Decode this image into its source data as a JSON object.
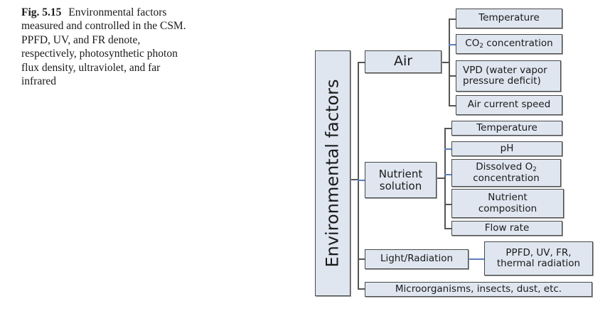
{
  "caption": {
    "label": "Fig. 5.15",
    "text": "Environmental factors measured and controlled in the CSM. PPFD, UV, and FR denote, respectively, photosynthetic photon flux density, ultraviolet, and far infrared"
  },
  "diagram": {
    "root": "Environmental factors",
    "categories": [
      {
        "label": "Air",
        "items": [
          {
            "label": "Temperature"
          },
          {
            "label_pre": "CO",
            "label_sub": "2",
            "label_post": " concentration"
          },
          {
            "line1": "VPD (water vapor",
            "line2": "pressure deficit)"
          },
          {
            "label": "Air current speed"
          }
        ]
      },
      {
        "line1": "Nutrient",
        "line2": "solution",
        "items": [
          {
            "label": "Temperature"
          },
          {
            "label": "pH"
          },
          {
            "line1_pre": "Dissolved O",
            "line1_sub": "2",
            "line2": "concentration"
          },
          {
            "line1": "Nutrient",
            "line2": "composition"
          },
          {
            "label": "Flow rate"
          }
        ]
      },
      {
        "label": "Light/Radiation",
        "items": [
          {
            "line1": "PPFD, UV, FR,",
            "line2": "thermal radiation"
          }
        ]
      },
      {
        "label": "Microorganisms, insects, dust, etc."
      }
    ]
  }
}
